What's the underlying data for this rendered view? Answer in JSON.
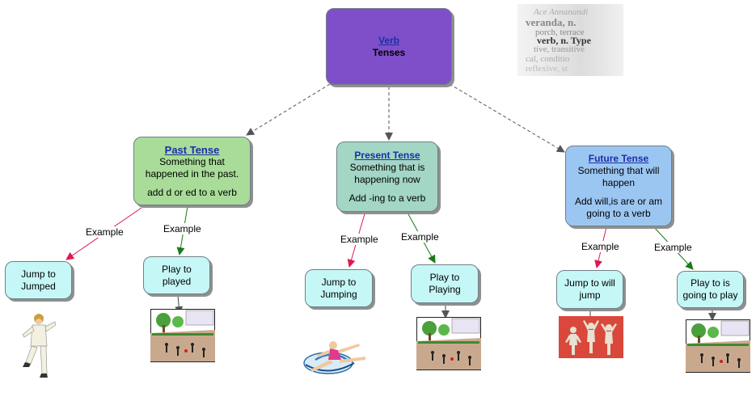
{
  "root": {
    "title": "Verb",
    "subtitle": "Tenses",
    "color": "#7f4fc9"
  },
  "past": {
    "title": "Past Tense",
    "lines": [
      "Something that",
      "happened in the past."
    ],
    "rule": "add d or ed to a verb",
    "color": "#a8dc98",
    "examples": [
      {
        "label": "Example",
        "lines": [
          "Jump to",
          "Jumped"
        ]
      },
      {
        "label": "Example",
        "lines": [
          "Play to",
          "played"
        ]
      }
    ]
  },
  "present": {
    "title": "Present Tense",
    "lines": [
      "Something that is",
      "happening now"
    ],
    "rule": "Add -ing to a verb",
    "color": "#a3d6c4",
    "examples": [
      {
        "label": "Example",
        "lines": [
          "Jump to",
          "Jumping"
        ]
      },
      {
        "label": "Example",
        "lines": [
          "Play to",
          "Playing"
        ]
      }
    ]
  },
  "future": {
    "title": "Future Tense",
    "lines": [
      "Something that will",
      "happen"
    ],
    "rule_lines": [
      "Add will,is are or am",
      "going to a verb"
    ],
    "color": "#9cc6f2",
    "examples": [
      {
        "label": "Example",
        "lines": [
          "Jump to will",
          "jump"
        ]
      },
      {
        "label": "Example",
        "lines": [
          "Play to is",
          "going to play"
        ]
      }
    ]
  },
  "example_color": "#c6f7f7",
  "dictionary": {
    "lines": [
      "Ace Annanandi",
      "veranda, n.",
      "porch, terrace",
      "verb, n. Type",
      "tive, transitive",
      "cal, conditio",
      "reflexive, st"
    ]
  }
}
